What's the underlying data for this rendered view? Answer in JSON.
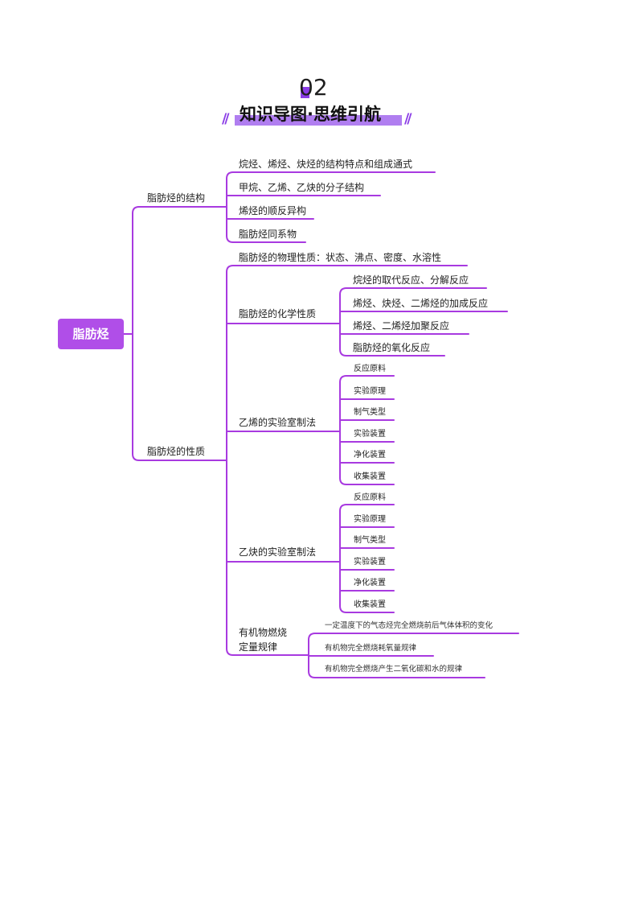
{
  "header": {
    "number": "02",
    "title": "知识导图·思维引航",
    "deco_left": "//",
    "deco_right": "//"
  },
  "colors": {
    "accent": "#8a3ce6",
    "line": "#a83ae0",
    "root_bg": "#b04ee8"
  },
  "mindmap": {
    "root": "脂肪烃",
    "structure": {
      "label": "脂肪烃的结构",
      "items": [
        "烷烃、烯烃、炔烃的结构特点和组成通式",
        "甲烷、乙烯、乙炔的分子结构",
        "烯烃的顺反异构",
        "脂肪烃同系物"
      ]
    },
    "properties": {
      "label": "脂肪烃的性质",
      "physical": "脂肪烃的物理性质：状态、沸点、密度、水溶性",
      "chemical": {
        "label": "脂肪烃的化学性质",
        "items": [
          "烷烃的取代反应、分解反应",
          "烯烃、炔烃、二烯烃的加成反应",
          "烯烃、二烯烃加聚反应",
          "脂肪烃的氧化反应"
        ]
      },
      "ethylene_lab": {
        "label": "乙烯的实验室制法",
        "items": [
          "反应原料",
          "实验原理",
          "制气类型",
          "实验装置",
          "净化装置",
          "收集装置"
        ]
      },
      "acetylene_lab": {
        "label": "乙炔的实验室制法",
        "items": [
          "反应原料",
          "实验原理",
          "制气类型",
          "实验装置",
          "净化装置",
          "收集装置"
        ]
      },
      "combustion": {
        "label_line1": "有机物燃烧",
        "label_line2": "定量规律",
        "items": [
          "一定温度下的气态烃完全燃烧前后气体体积的变化",
          "有机物完全燃烧耗氧量规律",
          "有机物完全燃烧产生二氧化碳和水的规律"
        ]
      }
    }
  }
}
